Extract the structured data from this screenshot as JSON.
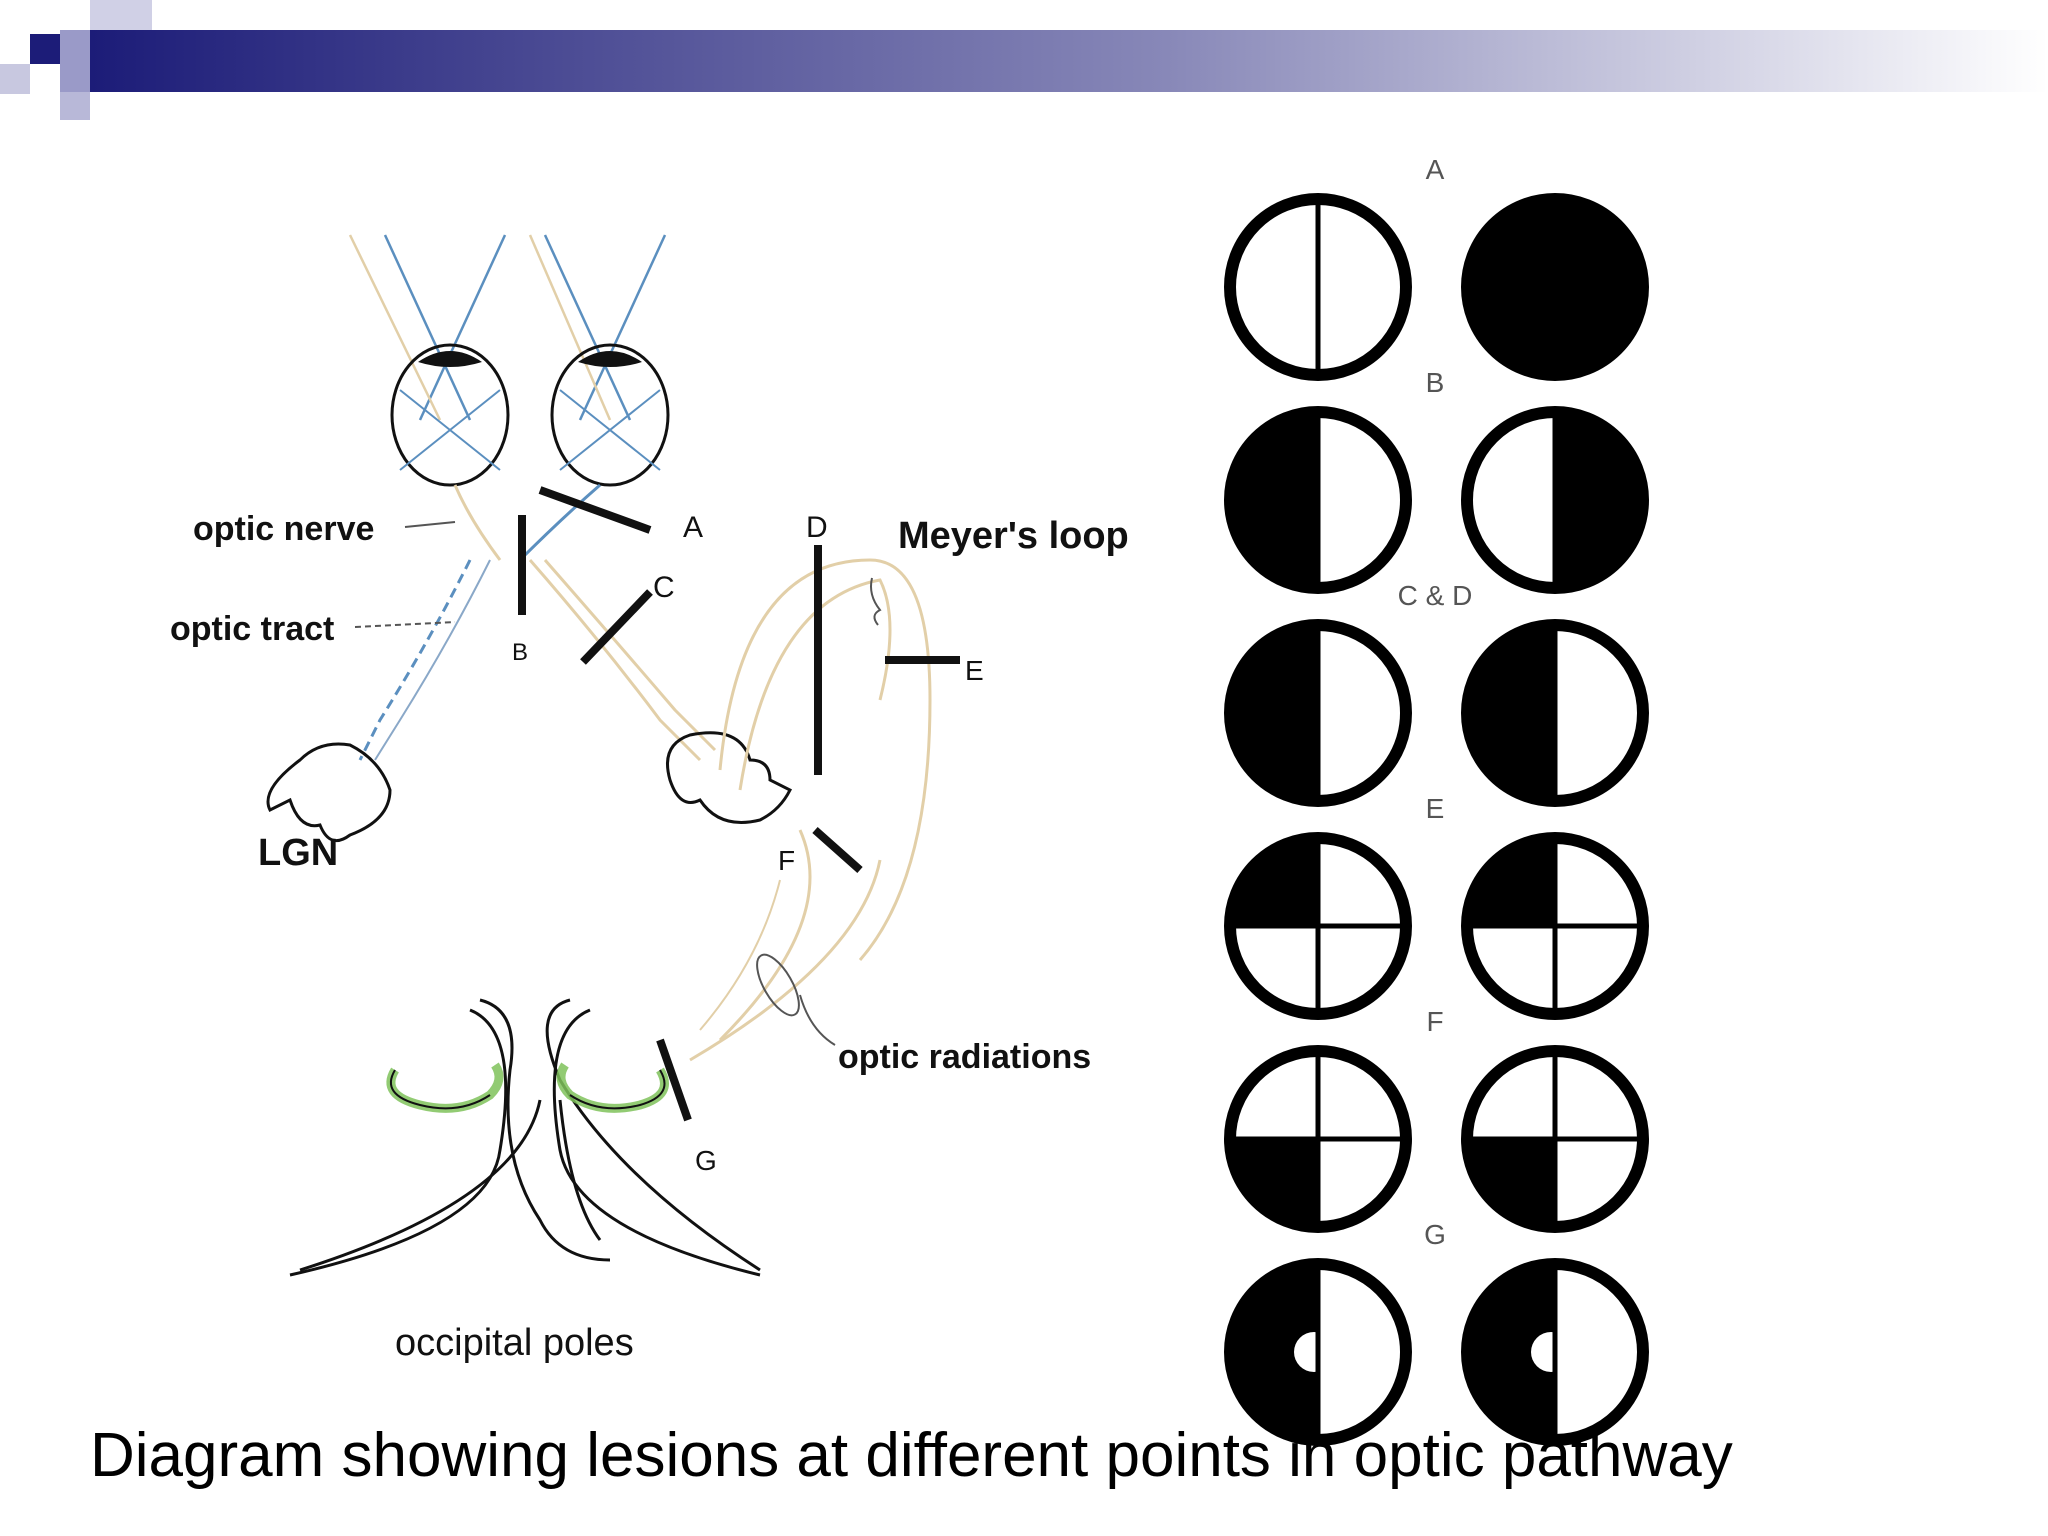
{
  "slide": {
    "caption": "Diagram showing lesions at different points in optic pathway",
    "colors": {
      "header_navy": "#1c1c78",
      "square_light": "#b8b8d8",
      "pathway_blue": "#5b8fbf",
      "pathway_tan": "#e2cfa8",
      "occipital_green": "#7fc25b",
      "ink": "#111111"
    }
  },
  "pathway": {
    "labels": {
      "optic_nerve": "optic nerve",
      "optic_tract": "optic tract",
      "lgn": "LGN",
      "meyers_loop": "Meyer's loop",
      "optic_radiations": "optic radiations",
      "occipital_poles": "occipital poles"
    },
    "lesions": {
      "a": "A",
      "b": "B",
      "c": "C",
      "d": "D",
      "e": "E",
      "f": "F",
      "g": "G"
    }
  },
  "visual_fields": {
    "rows": [
      {
        "label": "A",
        "left": "full-field-open",
        "right": "full-field-blind"
      },
      {
        "label": "B",
        "left": "left-half-blind",
        "right": "right-half-blind"
      },
      {
        "label": "C & D",
        "left": "left-half-blind",
        "right": "left-half-blind"
      },
      {
        "label": "E",
        "left": "top-left-quadrant-blind",
        "right": "top-left-quadrant-blind"
      },
      {
        "label": "F",
        "left": "bottom-left-quadrant-blind",
        "right": "bottom-left-quadrant-blind"
      },
      {
        "label": "G",
        "left": "left-half-blind-macular-sparing",
        "right": "left-half-blind-macular-sparing"
      }
    ]
  }
}
